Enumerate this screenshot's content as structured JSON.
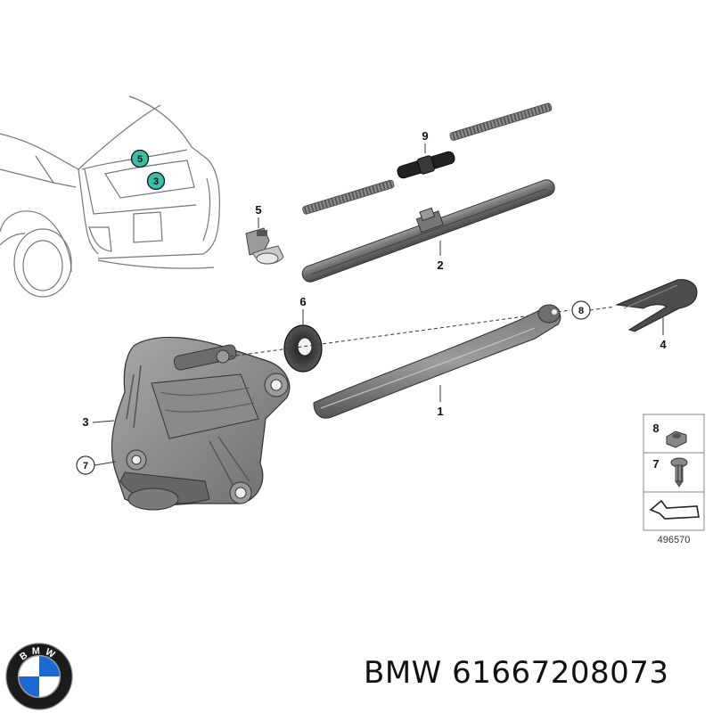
{
  "diagram": {
    "callouts": {
      "c1": "1",
      "c2": "2",
      "c3": "3",
      "c4": "4",
      "c5": "5",
      "c6": "6",
      "c7": "7",
      "c8": "8",
      "c9": "9"
    },
    "car_markers": {
      "m5": "5",
      "m3": "3"
    },
    "legend": {
      "item_8": "8",
      "item_7": "7",
      "reference": "496570"
    }
  },
  "logo": {
    "letters": "BMW"
  },
  "footer": {
    "part_number_text": "BMW 61667208073"
  },
  "colors": {
    "marker_fill": "#3bbfa3",
    "part_dark": "#5f5f5f",
    "part_mid": "#8a8a8a",
    "logo_blue": "#1c69d4"
  }
}
